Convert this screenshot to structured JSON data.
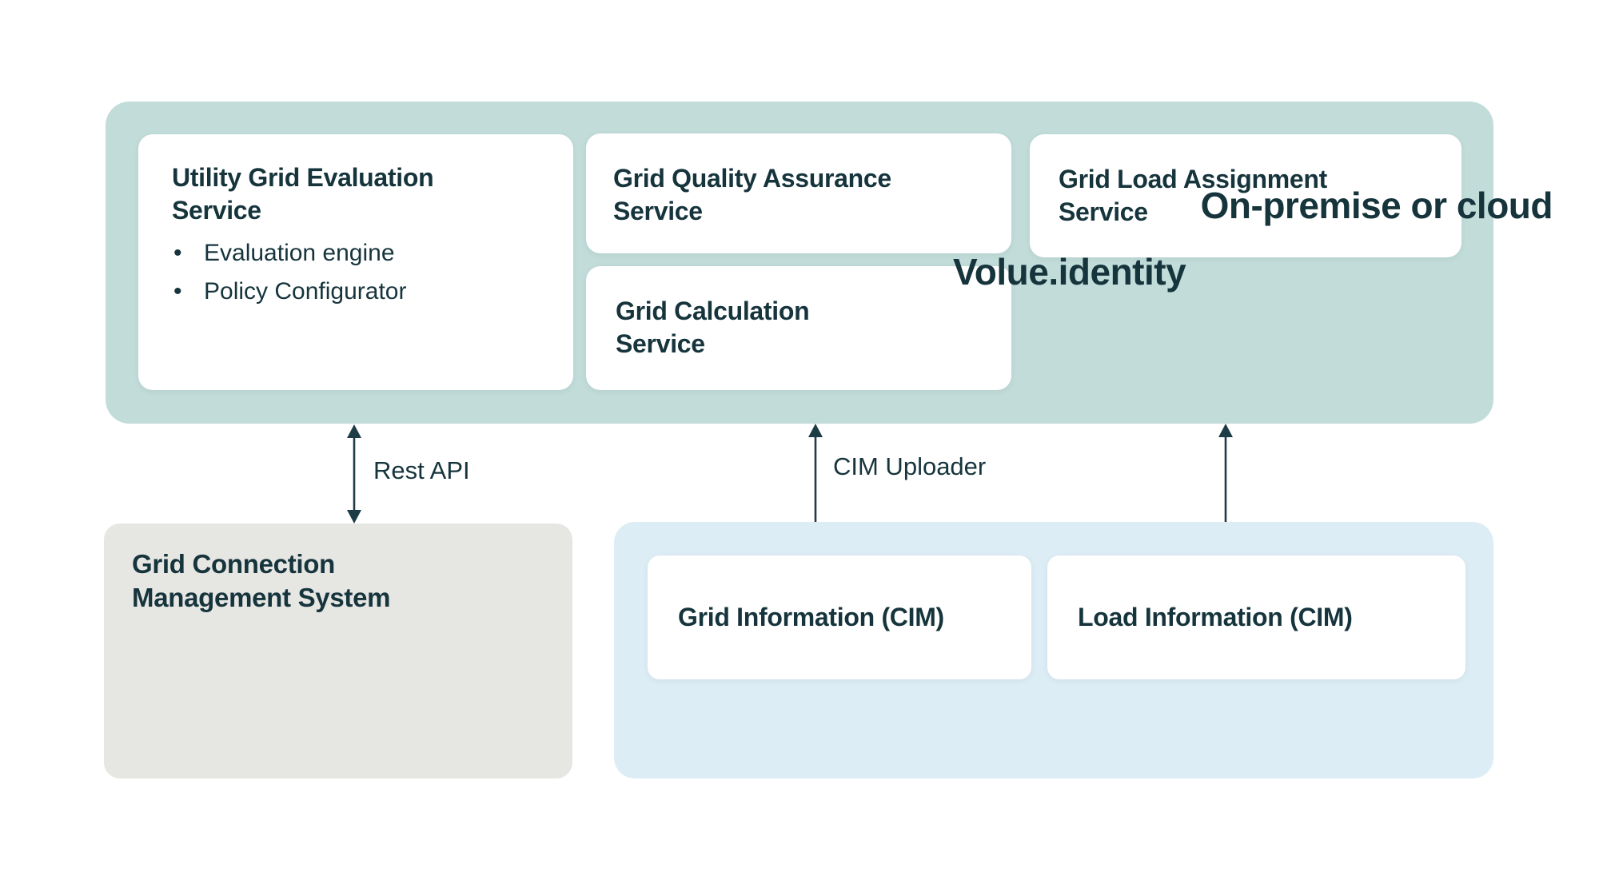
{
  "colors": {
    "platform_bg": "#c2dcda",
    "onprem_bg": "#ddedf6",
    "external_bg": "#e6e6e3",
    "card_bg": "#ffffff",
    "text": "#16343c",
    "arrow": "#1e3c46"
  },
  "platform": {
    "label": "Volue.identity",
    "cards": [
      {
        "title_lines": [
          "Utility Grid Evaluation",
          "Service"
        ],
        "bullets": [
          "Evaluation engine",
          "Policy Configurator"
        ]
      },
      {
        "title_lines": [
          "Grid Quality Assurance",
          "Service"
        ]
      },
      {
        "title_lines": [
          "Grid Load Assignment",
          "Service"
        ]
      },
      {
        "title_lines": [
          "Grid Calculation",
          "Service"
        ]
      }
    ]
  },
  "external_system": {
    "title_lines": [
      "Grid Connection",
      "Management System"
    ]
  },
  "onprem": {
    "label": "On-premise or cloud",
    "cards": [
      {
        "title": "Grid Information (CIM)"
      },
      {
        "title": "Load Information (CIM)"
      }
    ]
  },
  "connections": {
    "rest_api": {
      "label": "Rest API",
      "type": "bidirectional"
    },
    "cim_uploader": {
      "label": "CIM Uploader",
      "type": "up"
    },
    "load_upload": {
      "label": "",
      "type": "up"
    }
  }
}
